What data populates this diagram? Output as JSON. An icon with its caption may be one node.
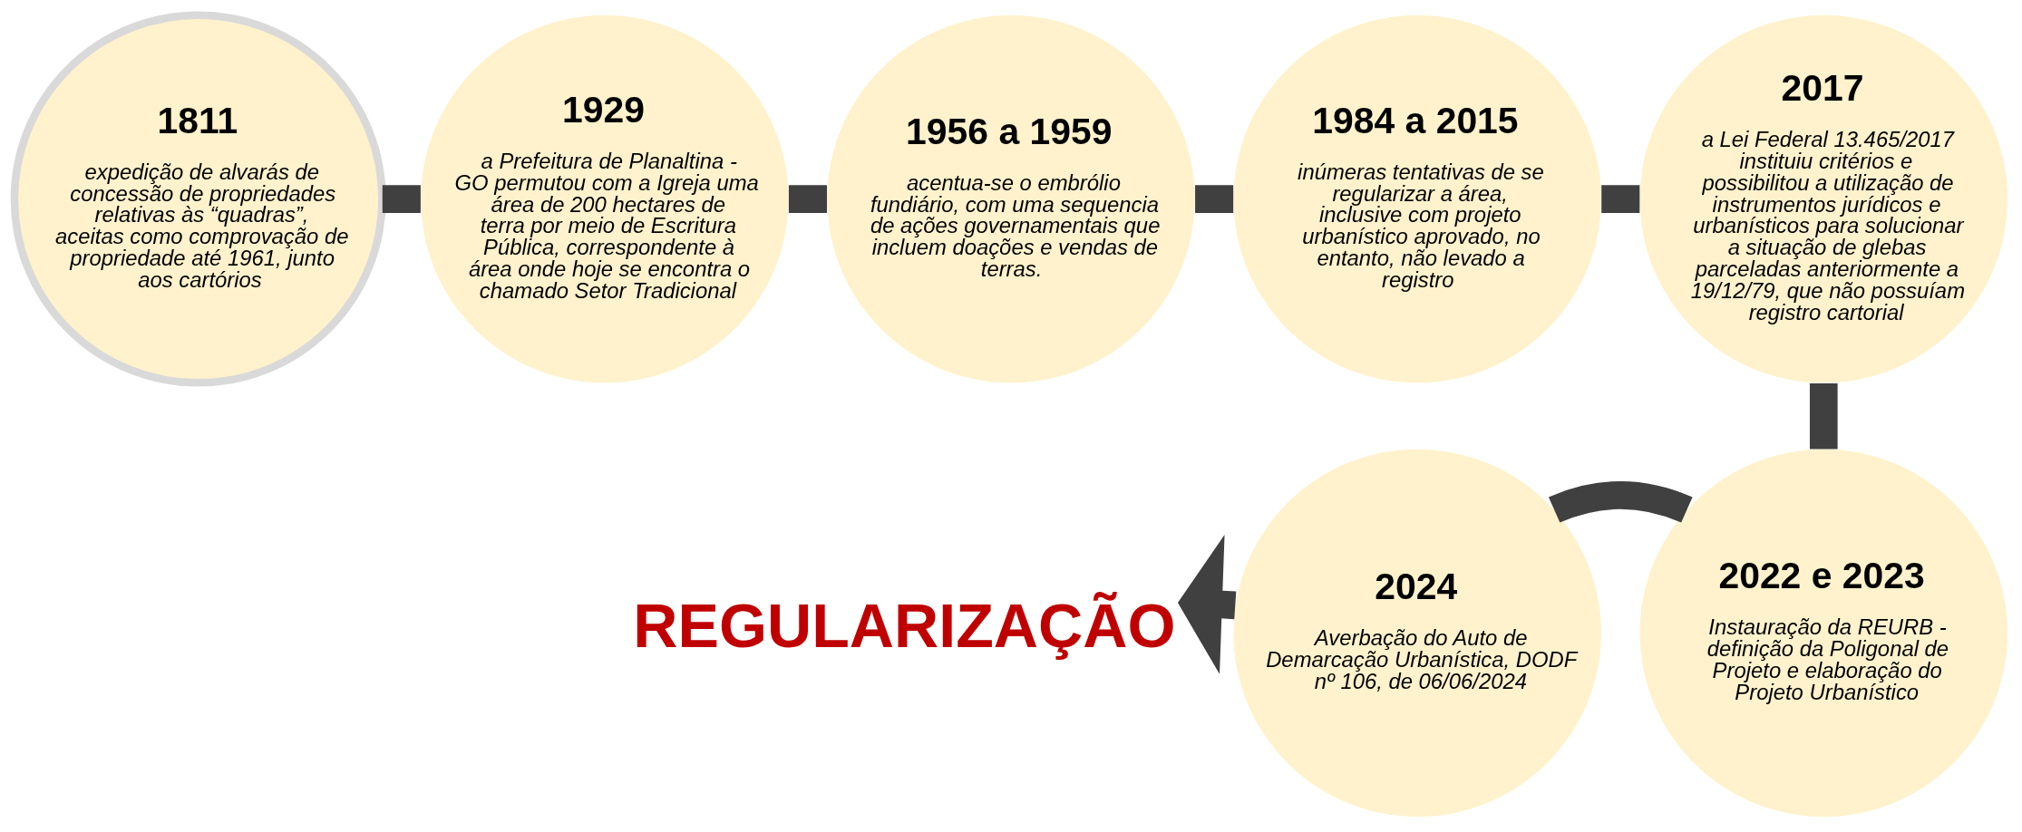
{
  "diagram": {
    "nodes": [
      {
        "text": [
          "1811",
          "expedição de alvarás de concessão de propriedades relativas às “quadras”, aceitas como comprovação de propriedade até 1961, junto aos cartórios"
        ]
      },
      {
        "text": [
          "1929",
          "a Prefeitura de Planaltina - GO permutou com a Igreja uma área de 200 hectares de terra por meio de Escritura Pública, correspondente à área onde hoje se encontra o chamado Setor Tradicional"
        ]
      },
      {
        "text": [
          "1956 a 1959",
          "acentua-se o embrólio fundiário, com uma sequencia de ações governamentais que incluem doações e vendas de terras."
        ]
      },
      {
        "text": [
          "1984 a 2015",
          "inúmeras tentativas de se regularizar a área, inclusive com projeto urbanístico aprovado, no entanto, não levado a registro"
        ]
      },
      {
        "text": [
          "2017",
          "a Lei Federal 13.465/2017 instituiu critérios e possibilitou a utilização de instrumentos jurídicos e urbanísticos para solucionar a situação de glebas parceladas anteriormente a 19/12/79, que não possuíam registro cartorial"
        ]
      },
      {
        "text": [
          "2022 e 2023",
          "Instauração da REURB - definição da Poligonal de Projeto e elaboração do Projeto Urbanístico"
        ]
      },
      {
        "text": [
          "2024",
          "Averbação do Auto de Demarcação Urbanística, DODF nº 106, de 06/06/2024"
        ]
      },
      {
        "text": [
          "REGULARIZAÇÃO"
        ]
      }
    ],
    "edges": [
      {
        "from": 0,
        "to": 1,
        "arrow": "none"
      },
      {
        "from": 1,
        "to": 2,
        "arrow": "none"
      },
      {
        "from": 2,
        "to": 3,
        "arrow": "none"
      },
      {
        "from": 3,
        "to": 4,
        "arrow": "none"
      },
      {
        "from": 4,
        "to": 5,
        "arrow": "none"
      },
      {
        "from": 5,
        "to": 6,
        "arrow": "none"
      },
      {
        "from": 6,
        "to": 7,
        "arrow": "to"
      }
    ]
  }
}
